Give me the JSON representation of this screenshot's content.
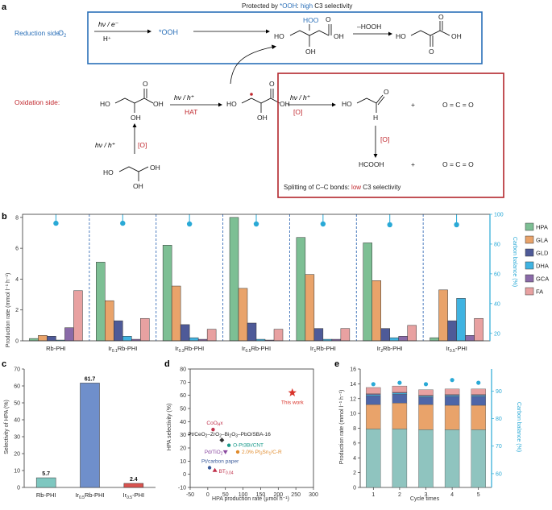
{
  "panel_a": {
    "label": "a",
    "header_note": "Protected by *OOH: high C3 selectivity",
    "header_note_parts": {
      "pre": "Protected by ",
      "ooh": "*OOH",
      "mid": ": ",
      "high": "high",
      "post": " C3 selectivity"
    },
    "reduction_label": "Reduction side:",
    "oxidation_label": "Oxidation side:",
    "o2": "O",
    "o2_sub": "2",
    "hv_e": "hν / e⁻",
    "h_plus": "H⁺",
    "ooh": "*OOH",
    "hooh_removal": "–HOOH",
    "hoo": "HOO",
    "hv_h": "hν / h⁺",
    "hat": "HAT",
    "o_bracket": "[O]",
    "hcooh": "HCOOH",
    "plus": "+",
    "co2": "O = C = O",
    "split_note": "Splitting of C–C bonds: low C3 selectivity",
    "split_note_parts": {
      "pre": "Splitting of C–C bonds: ",
      "low": "low",
      "post": " C3 selectivity"
    },
    "colors": {
      "reduction_box": "#2a6fb8",
      "oxidation_box": "#b3262c"
    }
  },
  "panel_b": {
    "label": "b",
    "ylabel": "Production rate (mmol l⁻¹ h⁻¹)",
    "y2label": "Carbon balance (%)",
    "legend": [
      "HPA",
      "GLA",
      "GLD",
      "DHA",
      "GCA",
      "FA"
    ],
    "colors": [
      "#7dbf94",
      "#e9a36a",
      "#4e5a98",
      "#3fb3e1",
      "#8a6aa8",
      "#e8a1a1"
    ]
  },
  "panel_c": {
    "label": "c",
    "ylabel": "Selectivity of HPA (%)",
    "colors": [
      "#7ec7c0",
      "#6f8fcb",
      "#d9534f"
    ]
  },
  "panel_d": {
    "label": "d",
    "xlabel": "HPA production rate (μmol h⁻¹)",
    "ylabel": "HPA selectivity (%)",
    "this_work": "This work"
  },
  "panel_e": {
    "label": "e",
    "xlabel": "Cycle times",
    "ylabel": "Production rate (mmol l⁻¹ h⁻¹)",
    "y2label": "Carbon balance (%)",
    "colors": [
      "#8fc4bf",
      "#e9a36a",
      "#4e66a8",
      "#3fb3e1",
      "#8a6aa8",
      "#e8a1a1"
    ]
  },
  "chart_data": [
    {
      "type": "bar",
      "panel": "b",
      "categories": [
        "Rb-PHI",
        "Ir0.1Rb-PHI",
        "Ir0.3Rb-PHI",
        "Ir0.5Rb-PHI",
        "Ir1Rb-PHI",
        "Ir2Rb-PHI",
        "Ir0.5-PHI"
      ],
      "category_parts": [
        [
          "Rb-PHI",
          ""
        ],
        [
          "Ir",
          "0.1",
          "Rb-PHI"
        ],
        [
          "Ir",
          "0.3",
          "Rb-PHI"
        ],
        [
          "Ir",
          "0.5",
          "Rb-PHI"
        ],
        [
          "Ir",
          "1",
          "Rb-PHI"
        ],
        [
          "Ir",
          "2",
          "Rb-PHI"
        ],
        [
          "Ir",
          "0.5",
          "-PHI"
        ]
      ],
      "series": [
        {
          "name": "HPA",
          "values": [
            0.15,
            5.1,
            6.2,
            8.0,
            6.7,
            6.35,
            0.2
          ]
        },
        {
          "name": "GLA",
          "values": [
            0.35,
            2.6,
            3.55,
            3.4,
            4.3,
            3.9,
            3.3
          ]
        },
        {
          "name": "GLD",
          "values": [
            0.3,
            1.3,
            1.05,
            1.15,
            0.8,
            0.8,
            1.3
          ]
        },
        {
          "name": "DHA",
          "values": [
            0.05,
            0.3,
            0.2,
            0.1,
            0.1,
            0.2,
            2.75
          ]
        },
        {
          "name": "GCA",
          "values": [
            0.85,
            0.1,
            0.1,
            0.05,
            0.1,
            0.3,
            0.35
          ]
        },
        {
          "name": "FA",
          "values": [
            3.25,
            1.45,
            0.75,
            0.75,
            0.8,
            1.0,
            1.45
          ]
        }
      ],
      "carbon_balance": [
        94,
        94,
        93.5,
        93.5,
        93.5,
        93,
        93
      ],
      "ylabel": "Production rate (mmol l⁻¹ h⁻¹)",
      "y2label": "Carbon balance (%)",
      "ylim": [
        0,
        8.2
      ],
      "yticks": [
        0,
        2,
        4,
        6,
        8
      ],
      "y2lim": [
        15,
        100
      ],
      "y2ticks": [
        20,
        40,
        60,
        80,
        100
      ]
    },
    {
      "type": "bar",
      "panel": "c",
      "categories": [
        "Rb-PHI",
        "Ir0.5Rb-PHI",
        "Ir0.5-PHI"
      ],
      "category_parts": [
        [
          "Rb-PHI",
          ""
        ],
        [
          "Ir",
          "0.5",
          "Rb-PHI"
        ],
        [
          "Ir",
          "0.5",
          "-PHI"
        ]
      ],
      "values": [
        5.7,
        61.7,
        2.4
      ],
      "data_labels": [
        "5.7",
        "61.7",
        "2.4"
      ],
      "ylabel": "Selectivity of HPA (%)",
      "ylim": [
        0,
        70
      ],
      "yticks": [
        0,
        10,
        20,
        30,
        40,
        50,
        60,
        70
      ]
    },
    {
      "type": "scatter",
      "panel": "d",
      "xlabel": "HPA production rate (μmol h⁻¹)",
      "ylabel": "HPA selectivity (%)",
      "xlim": [
        -50,
        300
      ],
      "ylim": [
        -10,
        80
      ],
      "xticks": [
        -50,
        0,
        50,
        100,
        150,
        200,
        250,
        300
      ],
      "yticks": [
        -10,
        0,
        10,
        20,
        30,
        40,
        50,
        60,
        70,
        80
      ],
      "points": [
        {
          "label": "This work",
          "x": 240,
          "y": 62,
          "marker": "star",
          "color": "#d9342b",
          "label_dx": 0,
          "label_dy": 14,
          "anchor": "middle"
        },
        {
          "label": "CoO_H_x",
          "x": 15,
          "y": 34,
          "marker": "circle",
          "color": "#c0304a",
          "label_dx": -8,
          "label_dy": -6,
          "anchor": "start"
        },
        {
          "label": "Pt/CeO_2_–ZrO_2_–Bi_2_O_3_–PbO/SBA-16",
          "x": 40,
          "y": 26,
          "marker": "diamond",
          "color": "#333333",
          "label_dx": -42,
          "label_dy": -5,
          "anchor": "start"
        },
        {
          "label": "O-Pt3Bi/CNT",
          "x": 60,
          "y": 22,
          "marker": "circle",
          "color": "#1a9a8a",
          "label_dx": 5,
          "label_dy": 2,
          "anchor": "start"
        },
        {
          "label": "Pd/TiO_2_",
          "x": 50,
          "y": 17,
          "marker": "triangle-down",
          "color": "#8a4aa0",
          "label_dx": -26,
          "label_dy": 2,
          "anchor": "start"
        },
        {
          "label": "2.0% Pt_3_Sn_1_/C-R",
          "x": 85,
          "y": 17,
          "marker": "circle",
          "color": "#e08a2a",
          "label_dx": 5,
          "label_dy": 2,
          "anchor": "start"
        },
        {
          "label": "Pt/carbon paper",
          "x": 5,
          "y": 5,
          "marker": "circle",
          "color": "#3a5a9a",
          "label_dx": -10,
          "label_dy": -6,
          "anchor": "start"
        },
        {
          "label": "BT_0.04_",
          "x": 20,
          "y": 3,
          "marker": "triangle",
          "color": "#c0304a",
          "label_dx": 5,
          "label_dy": 3,
          "anchor": "start"
        }
      ]
    },
    {
      "type": "bar",
      "panel": "e",
      "categories": [
        "1",
        "2",
        "3",
        "4",
        "5"
      ],
      "series": [
        {
          "name": "HPA",
          "values": [
            7.9,
            7.9,
            7.8,
            7.8,
            7.8
          ]
        },
        {
          "name": "GLA",
          "values": [
            3.3,
            3.5,
            3.4,
            3.3,
            3.3
          ]
        },
        {
          "name": "GLD",
          "values": [
            1.2,
            1.2,
            1.0,
            1.2,
            1.2
          ]
        },
        {
          "name": "DHA",
          "values": [
            0.15,
            0.15,
            0.15,
            0.15,
            0.15
          ]
        },
        {
          "name": "GCA",
          "values": [
            0.1,
            0.1,
            0.1,
            0.1,
            0.1
          ]
        },
        {
          "name": "FA",
          "values": [
            0.85,
            0.85,
            0.75,
            0.75,
            0.75
          ]
        }
      ],
      "carbon_balance": [
        92.5,
        93,
        92.5,
        94,
        93
      ],
      "xlabel": "Cycle times",
      "ylabel": "Production rate (mmol l⁻¹ h⁻¹)",
      "y2label": "Carbon balance (%)",
      "ylim": [
        0,
        16
      ],
      "yticks": [
        0,
        2,
        4,
        6,
        8,
        10,
        12,
        14,
        16
      ],
      "y2lim": [
        55,
        98
      ],
      "y2ticks": [
        60,
        70,
        80,
        90
      ]
    }
  ]
}
